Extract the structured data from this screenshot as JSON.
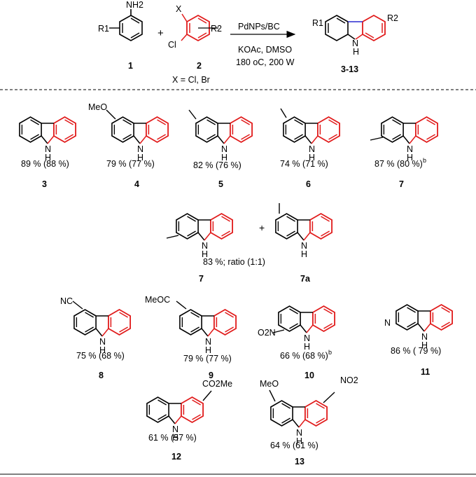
{
  "scheme": {
    "reactant1": {
      "label": "1",
      "substituent": "R1",
      "group": "NH2"
    },
    "plus": "+",
    "reactant2": {
      "label": "2",
      "x": "X",
      "cl": "Cl",
      "substituent": "R2",
      "note": "X  =  Cl, Br"
    },
    "conditions": {
      "catalyst": "PdNPs/BC",
      "base_solvent": "KOAc, DMSO",
      "temp_power": "180 oC, 200 W"
    },
    "product": {
      "label": "3-13",
      "r1": "R1",
      "r2": "R2",
      "nh": "H",
      "n": "N"
    }
  },
  "compounds": [
    {
      "id": "3",
      "yield": "89 % (88 %)",
      "sub": ""
    },
    {
      "id": "4",
      "yield": "79 % (77 %)",
      "sub": "MeO"
    },
    {
      "id": "5",
      "yield": "82 % (76 %)",
      "sub": ""
    },
    {
      "id": "6",
      "yield": "74 % (71 %)",
      "sub": ""
    },
    {
      "id": "7",
      "yield": "87 % (80 %)",
      "sup": "b",
      "sub": ""
    },
    {
      "id": "7",
      "yield": "",
      "sub": ""
    },
    {
      "id": "7a",
      "yield": "",
      "sub": ""
    },
    {
      "id": "8",
      "yield": "75 % (68 %)",
      "sub": "NC"
    },
    {
      "id": "9",
      "yield": "79 % (77 %)",
      "sub": "MeOC"
    },
    {
      "id": "10",
      "yield": "66 % (68 %)",
      "sup": "b",
      "sub": "O2N"
    },
    {
      "id": "11",
      "yield": "86 % ( 79 %)",
      "sub": "N"
    },
    {
      "id": "12",
      "yield": "61 % (57 %)",
      "sub": "CO2Me"
    },
    {
      "id": "13",
      "yield": "64 % (61 %)",
      "sub": "MeO",
      "sub2": "NO2"
    }
  ],
  "mixture_yield": "83 %; ratio (1:1)",
  "colors": {
    "bond": "#000000",
    "highlight": "#e11b1b",
    "newbond": "#2a2ad0"
  }
}
